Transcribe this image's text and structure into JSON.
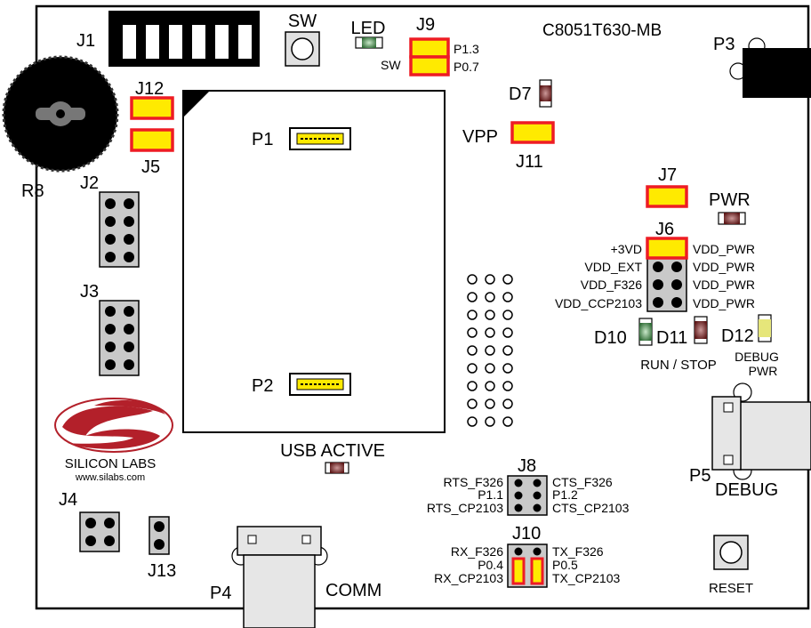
{
  "board": {
    "title": "C8051T630-MB",
    "logo_text": "SILICON LABS",
    "logo_url": "www.silabs.com"
  },
  "labels": {
    "j1": "J1",
    "j2": "J2",
    "j3": "J3",
    "j4": "J4",
    "j5": "J5",
    "j6": "J6",
    "j7": "J7",
    "j8": "J8",
    "j9": "J9",
    "j10": "J10",
    "j11": "J11",
    "j12": "J12",
    "j13": "J13",
    "p1": "P1",
    "p2": "P2",
    "p3": "P3",
    "p4": "P4",
    "p5": "P5",
    "r8": "R8",
    "sw": "SW",
    "led": "LED",
    "d7": "D7",
    "vpp": "VPP",
    "pwr": "PWR",
    "d10": "D10",
    "d11": "D11",
    "d12": "D12",
    "run_stop": "RUN / STOP",
    "debug": "DEBUG",
    "debug_pwr_1": "DEBUG",
    "debug_pwr_2": "PWR",
    "usb_active": "USB ACTIVE",
    "comm": "COMM",
    "reset": "RESET",
    "sw_small": "SW",
    "p1_3": "P1.3",
    "p0_7": "P0.7"
  },
  "j6_labels": {
    "left": [
      "+3VD",
      "VDD_EXT",
      "VDD_F326",
      "VDD_CCP2103"
    ],
    "right": [
      "VDD_PWR",
      "VDD_PWR",
      "VDD_PWR",
      "VDD_PWR"
    ]
  },
  "j8_labels": {
    "left": [
      "RTS_F326",
      "P1.1",
      "RTS_CP2103"
    ],
    "right": [
      "CTS_F326",
      "P1.2",
      "CTS_CP2103"
    ]
  },
  "j10_labels": {
    "left": [
      "RX_F326",
      "P0.4",
      "RX_CP2103"
    ],
    "right": [
      "TX_F326",
      "P0.5",
      "TX_CP2103"
    ]
  },
  "colors": {
    "jumper_fill": "#ffea00",
    "jumper_border": "#ee1c24",
    "header_fill": "#c9c9c9",
    "led_red": "#6b2020",
    "led_green": "#2f6b35",
    "led_yellow": "#e6e67a",
    "logo_red": "#b3202a"
  }
}
